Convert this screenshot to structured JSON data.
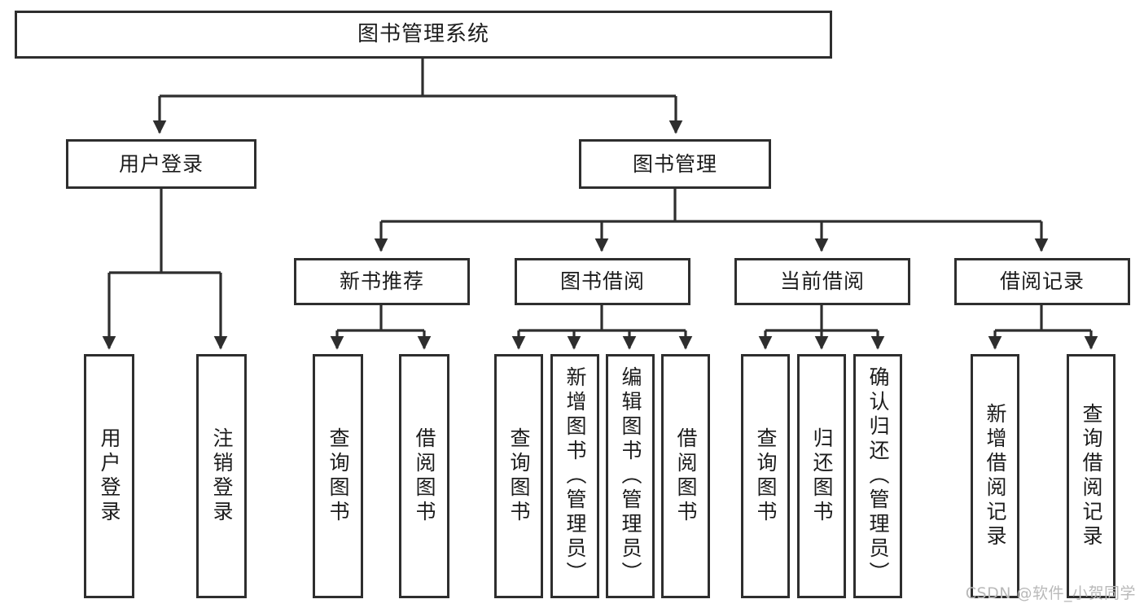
{
  "diagram": {
    "title": "图书管理系统",
    "type": "tree-hierarchy-chart",
    "watermark": "CSDN @软件_小贺同学",
    "colors": {
      "stroke": "#2e2e2e",
      "fill": "#ffffff",
      "text": "#1c1c1c",
      "watermark": "#b9b9b9"
    },
    "nodes": {
      "root": "图书管理系统",
      "level1": [
        "用户登录",
        "图书管理"
      ],
      "level2": [
        "新书推荐",
        "图书借阅",
        "当前借阅",
        "借阅记录"
      ],
      "leaves": {
        "user_login": [
          "用户登录",
          "注销登录"
        ],
        "new_book_recommend": [
          "查询图书",
          "借阅图书"
        ],
        "book_borrow": [
          "查询图书",
          "新增图书（管理员）",
          "编辑图书（管理员）",
          "借阅图书"
        ],
        "current_borrow": [
          "查询图书",
          "归还图书",
          "确认归还（管理员）"
        ],
        "borrow_record": [
          "新增借阅记录",
          "查询借阅记录"
        ]
      }
    }
  }
}
